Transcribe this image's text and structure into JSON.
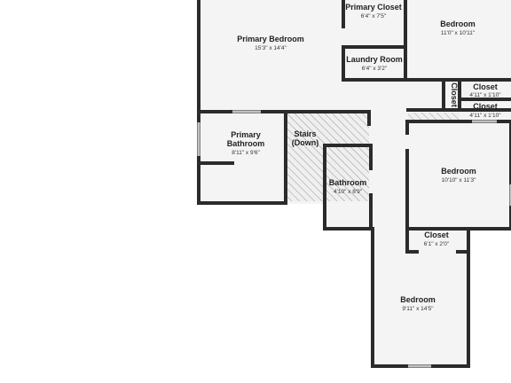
{
  "rooms": {
    "primary_bedroom": {
      "name": "Primary Bedroom",
      "dim": "15'3\" x 14'4\""
    },
    "primary_closet": {
      "name": "Primary Closet",
      "dim": "6'4\" x 7'5\""
    },
    "bedroom_top_right": {
      "name": "Bedroom",
      "dim": "11'0\" x 10'11\""
    },
    "laundry_room": {
      "name": "Laundry Room",
      "dim": "6'4\" x 3'2\""
    },
    "closet_vertical": {
      "name": "Closet"
    },
    "closet_right_1": {
      "name": "Closet",
      "dim": "4'11\" x 1'10\""
    },
    "closet_right_2": {
      "name": "Closet",
      "dim": "4'11\" x 1'10\""
    },
    "primary_bathroom": {
      "name_line1": "Primary",
      "name_line2": "Bathroom",
      "dim": "8'11\" x 9'6\""
    },
    "stairs": {
      "name_line1": "Stairs",
      "name_line2": "(Down)"
    },
    "bathroom": {
      "name": "Bathroom",
      "dim": "4'10\" x 8'9\""
    },
    "bedroom_mid_right": {
      "name": "Bedroom",
      "dim": "10'10\" x 11'3\""
    },
    "closet_small": {
      "name": "Closet",
      "dim": "6'1\" x 2'0\""
    },
    "bedroom_bottom": {
      "name": "Bedroom",
      "dim": "9'11\" x 14'5\""
    }
  },
  "colors": {
    "wall": "#2b2b2b",
    "floor": "#f4f4f4",
    "background": "#ffffff"
  }
}
